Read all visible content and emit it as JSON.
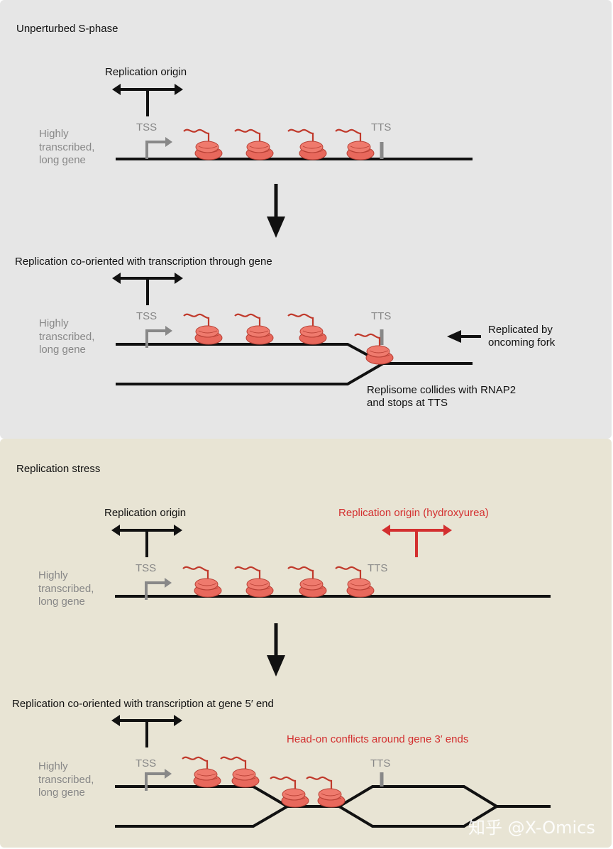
{
  "top_panel": {
    "title": "Unperturbed S-phase",
    "origin_label": "Replication origin",
    "gene_label": "Highly\ntranscribed,\nlong gene",
    "tss": "TSS",
    "tts": "TTS",
    "step2_title": "Replication co-oriented with transcription through gene",
    "step2_gene_label": "Highly\ntranscribed,\nlong gene",
    "step2_tss": "TSS",
    "step2_tts": "TTS",
    "oncoming_fork_label": "Replicated by\noncoming fork",
    "collision_label": "Replisome collides with RNAP2\nand stops at TTS"
  },
  "bottom_panel": {
    "title": "Replication stress",
    "origin_label": "Replication origin",
    "hu_origin_label": "Replication origin (hydroxyurea)",
    "gene_label": "Highly\ntranscribed,\nlong gene",
    "tss": "TSS",
    "tts": "TTS",
    "step2_title": "Replication co-oriented with transcription at gene 5′ end",
    "head_on_label": "Head-on conflicts around gene 3′ ends",
    "step2_gene_label": "Highly\ntranscribed,\nlong gene",
    "step2_tss": "TSS",
    "step2_tts": "TTS"
  },
  "colors": {
    "dna": "#111111",
    "marker_gray": "#888888",
    "polymerase": "#e8685c",
    "hydroxyurea": "#d32f2f"
  },
  "watermark": "知乎 @X-Omics"
}
